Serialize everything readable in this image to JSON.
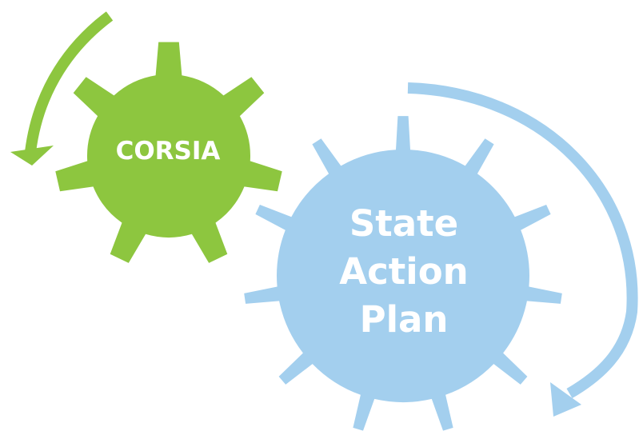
{
  "gears": [
    {
      "label": "CORSIA",
      "color": "#8DC63F",
      "teeth": 7
    },
    {
      "label_lines": [
        "State",
        "Action",
        "Plan"
      ],
      "color": "#A3CFEE",
      "teeth": 11
    }
  ],
  "arrows": [
    {
      "color": "#8DC63F",
      "direction": "counter-clockwise"
    },
    {
      "color": "#A3CFEE",
      "direction": "clockwise"
    }
  ],
  "background": "#FFFFFF"
}
